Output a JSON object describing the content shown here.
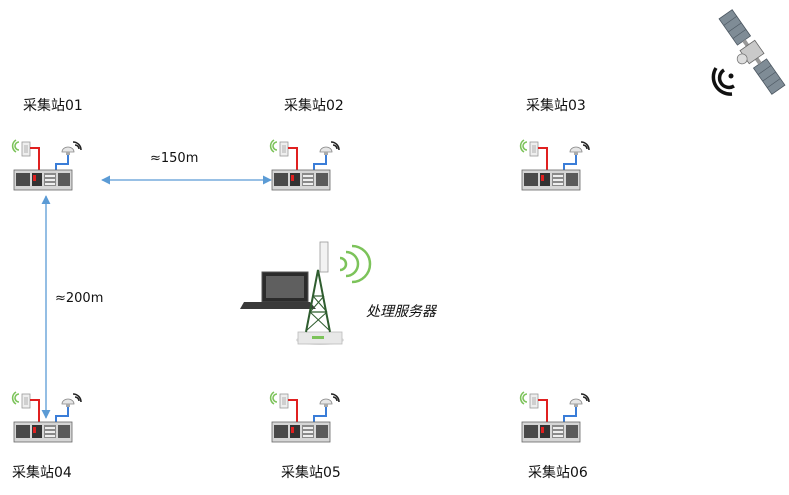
{
  "stations": [
    {
      "id": "s01",
      "label": "采集站01"
    },
    {
      "id": "s02",
      "label": "采集站02"
    },
    {
      "id": "s03",
      "label": "采集站03"
    },
    {
      "id": "s04",
      "label": "采集站04"
    },
    {
      "id": "s05",
      "label": "采集站05"
    },
    {
      "id": "s06",
      "label": "采集站06"
    }
  ],
  "links": [
    {
      "from": "s01",
      "to": "s02",
      "distance": "≈150m"
    },
    {
      "from": "s01",
      "to": "s04",
      "distance": "≈200m"
    }
  ],
  "server": {
    "label": "处理服务器"
  },
  "colors": {
    "link": "#5b9bd5",
    "red_cable": "#e02020",
    "blue_cable": "#3a7dd8",
    "wifi_green": "#7cc35a",
    "tower": "#2f5d2f"
  },
  "icons": {
    "satellite": "satellite-icon",
    "station": "acquisition-station-icon",
    "server": "server-tower-icon"
  }
}
